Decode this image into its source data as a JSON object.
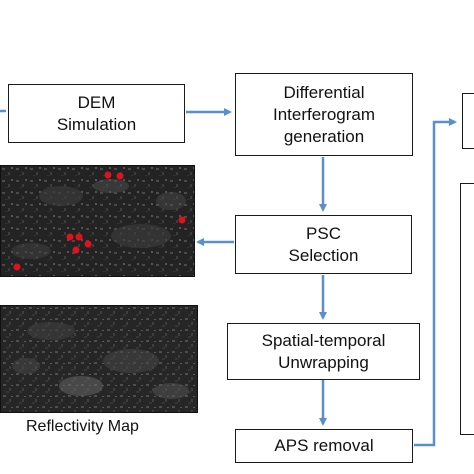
{
  "colors": {
    "arrow": "#5b8fc9",
    "marker": "#e0121c",
    "box_border": "#1a1a1a",
    "image_bg": "#1b1b1b"
  },
  "nodes": {
    "dem": {
      "lines": [
        "DEM",
        "Simulation"
      ]
    },
    "interferogram": {
      "lines": [
        "Differential",
        "Interferogram",
        "generation"
      ]
    },
    "psc": {
      "lines": [
        "PSC",
        "Selection"
      ]
    },
    "unwrapping": {
      "lines": [
        "Spatial-temporal",
        "Unwrapping"
      ]
    },
    "aps": {
      "lines": [
        "APS removal"
      ]
    }
  },
  "images": {
    "top": {
      "icon": "sar-image-with-red-psc-markers"
    },
    "bottom": {
      "icon": "sar-reflectivity-image"
    }
  },
  "captions": {
    "reflectivity": "Reflectivity Map"
  }
}
